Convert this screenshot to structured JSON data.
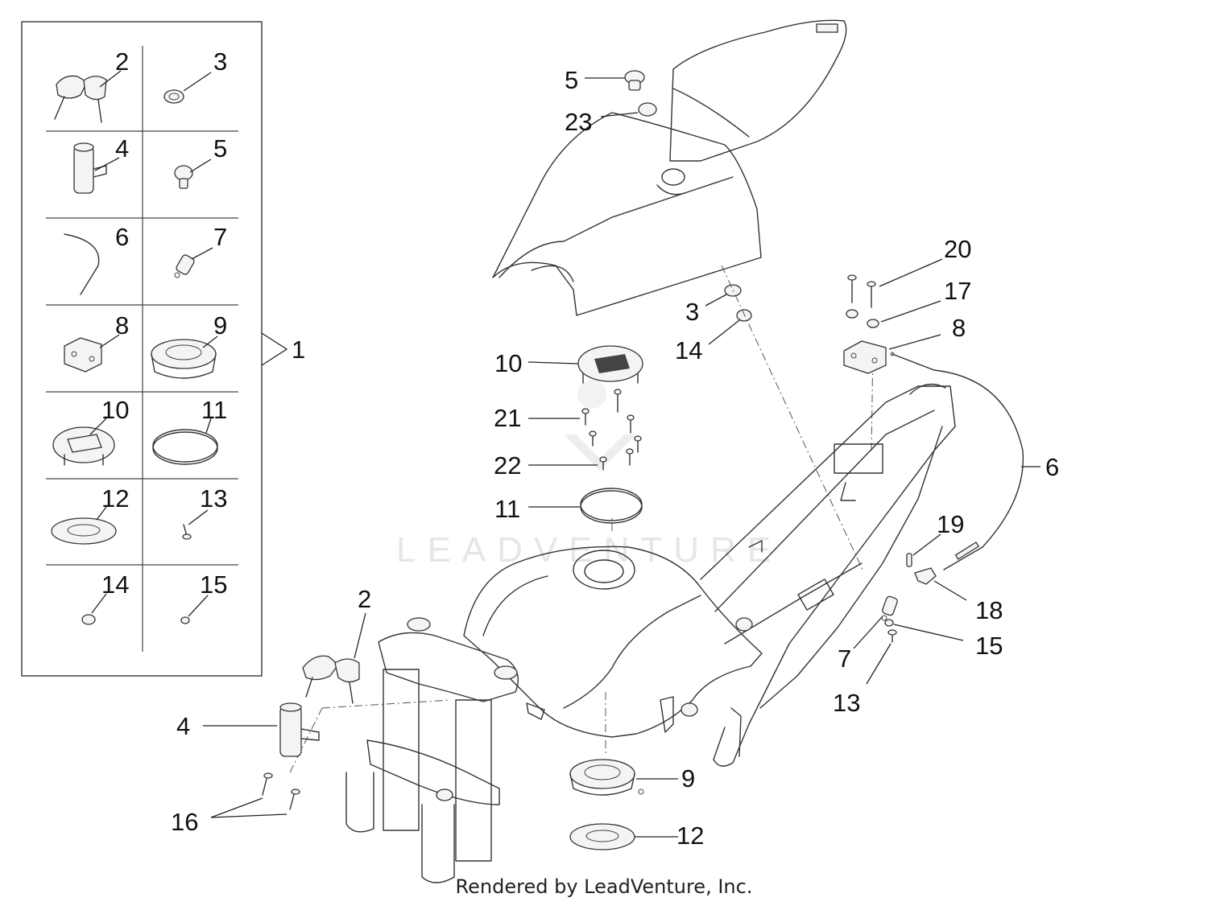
{
  "footer": {
    "credit": "Rendered by LeadVenture, Inc."
  },
  "watermark": {
    "text": "LEADVENTURE"
  },
  "kit_box": {
    "group_label": "1",
    "cells": [
      {
        "label": "2",
        "part": "keys"
      },
      {
        "label": "3",
        "part": "washer"
      },
      {
        "label": "4",
        "part": "ignition-lock"
      },
      {
        "label": "5",
        "part": "seat-buffer"
      },
      {
        "label": "6",
        "part": "seat-release-cable"
      },
      {
        "label": "7",
        "part": "cable-terminal"
      },
      {
        "label": "8",
        "part": "seat-lock-bracket"
      },
      {
        "label": "9",
        "part": "fuel-filler-flange"
      },
      {
        "label": "10",
        "part": "fuel-cap"
      },
      {
        "label": "11",
        "part": "o-ring"
      },
      {
        "label": "12",
        "part": "gasket-plate"
      },
      {
        "label": "13",
        "part": "screw"
      },
      {
        "label": "14",
        "part": "nut"
      },
      {
        "label": "15",
        "part": "small-washer"
      }
    ]
  },
  "callouts": {
    "seat_buffer": "5",
    "seat_grommet": "23",
    "washer": "3",
    "nut": "14",
    "fuel_cap": "10",
    "screw_21": "21",
    "screw_22": "22",
    "o_ring": "11",
    "keys": "2",
    "ignition_lock": "4",
    "lock_screws": "16",
    "filler_flange": "9",
    "gasket_plate": "12",
    "bolt_20": "20",
    "spacer_17": "17",
    "lock_bracket": "8",
    "release_cable": "6",
    "pin_19": "19",
    "latch_18": "18",
    "terminal_7": "7",
    "washer_15": "15",
    "screw_13": "13"
  }
}
